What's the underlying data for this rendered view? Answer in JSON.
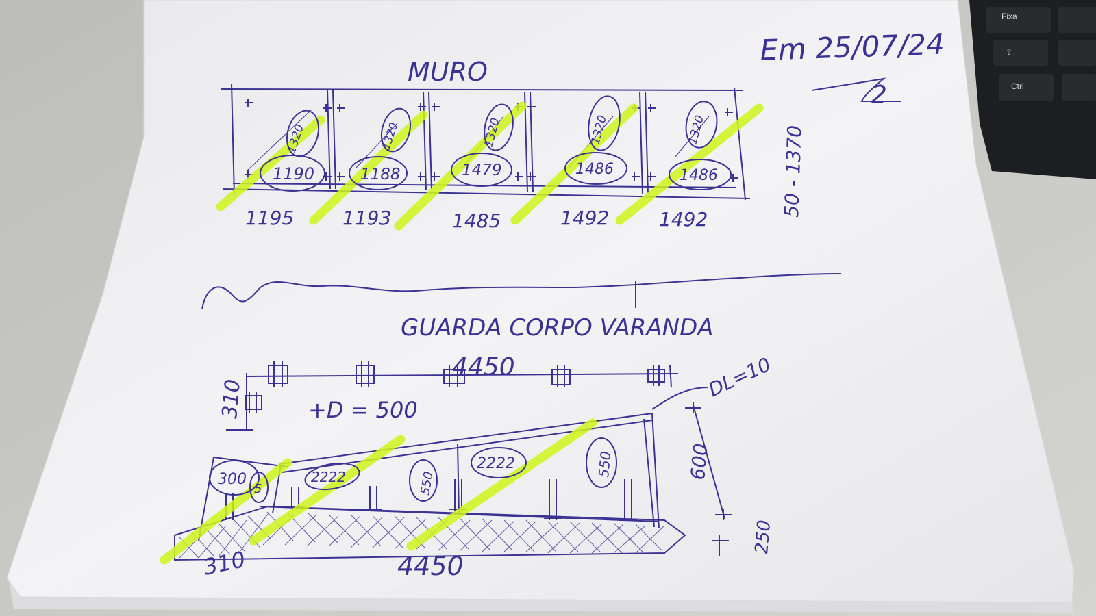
{
  "ink_color": "#3b3393",
  "highlighter_color": "#cdf51a",
  "paper_color": "#f1f1f3",
  "desk_color": "#c9c9c5",
  "header": {
    "date": "Em 25/07/24",
    "page_number": "2"
  },
  "muro": {
    "title": "MURO",
    "height_label": "50 - 1370",
    "panels": [
      {
        "width": "1195",
        "upper": "1320",
        "lower": "1190"
      },
      {
        "width": "1193",
        "upper": "1320",
        "lower": "1188"
      },
      {
        "width": "1485",
        "upper": "1320",
        "lower": "1479"
      },
      {
        "width": "1492",
        "upper": "1320",
        "lower": "1486"
      },
      {
        "width": "1492",
        "upper": "1320",
        "lower": "1486"
      }
    ]
  },
  "guarda_corpo": {
    "title": "GUARDA CORPO VARANDA",
    "top_length": "4450",
    "side_length": "310",
    "spacing_note": "+D = 500",
    "corner_note": "DL=10",
    "height_label": "600",
    "base_label": "250",
    "bottom_left": "310",
    "bottom_length": "4450",
    "oval_labels": [
      "300",
      "5",
      "2222",
      "550",
      "2222",
      "550"
    ]
  },
  "keyboard": {
    "key_fixa": "Fixa",
    "key_shift": "⇧",
    "key_ctrl": "Ctrl"
  }
}
